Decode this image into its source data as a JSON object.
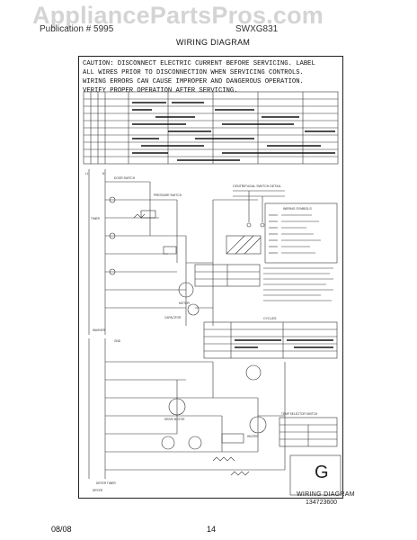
{
  "watermark": "AppliancePartsPros.com",
  "header": {
    "left_text": "Publication # 5995",
    "mid_text": "SWXG831",
    "title": "WIRING DIAGRAM"
  },
  "caution": {
    "lines": [
      "CAUTION: DISCONNECT ELECTRIC CURRENT BEFORE SERVICING. LABEL",
      "ALL WIRES PRIOR TO DISCONNECTION WHEN SERVICING CONTROLS.",
      "WIRING ERRORS CAN CAUSE IMPROPER AND DANGEROUS OPERATION.",
      "VERIFY PROPER OPERATION AFTER SERVICING."
    ]
  },
  "labels": {
    "centrifugal_switch": "CENTRIFUGAL SWITCH DETAIL",
    "wiring_symbols": "WIRING SYMBOLS",
    "cycles": "CYCLES",
    "timer": "TIMER",
    "motor": "MOTOR",
    "capacitor": "CAPACITOR",
    "drive_motor": "DRIVE MOTOR",
    "heater": "HEATER",
    "dryer_timer": "DRYER TIMER",
    "pressure_switch": "PRESSURE SWITCH",
    "temp_switch": "TEMP SELECTOR SWITCH",
    "door_switch": "DOOR SWITCH",
    "washer": "WASHER",
    "dryer": "DRYER",
    "l1": "L1",
    "n": "N",
    "ground": "GND"
  },
  "corner": {
    "letter": "G",
    "title": "WIRING DIAGRAM",
    "part_number": "134723600"
  },
  "footer": {
    "date": "08/08",
    "page": "14"
  }
}
